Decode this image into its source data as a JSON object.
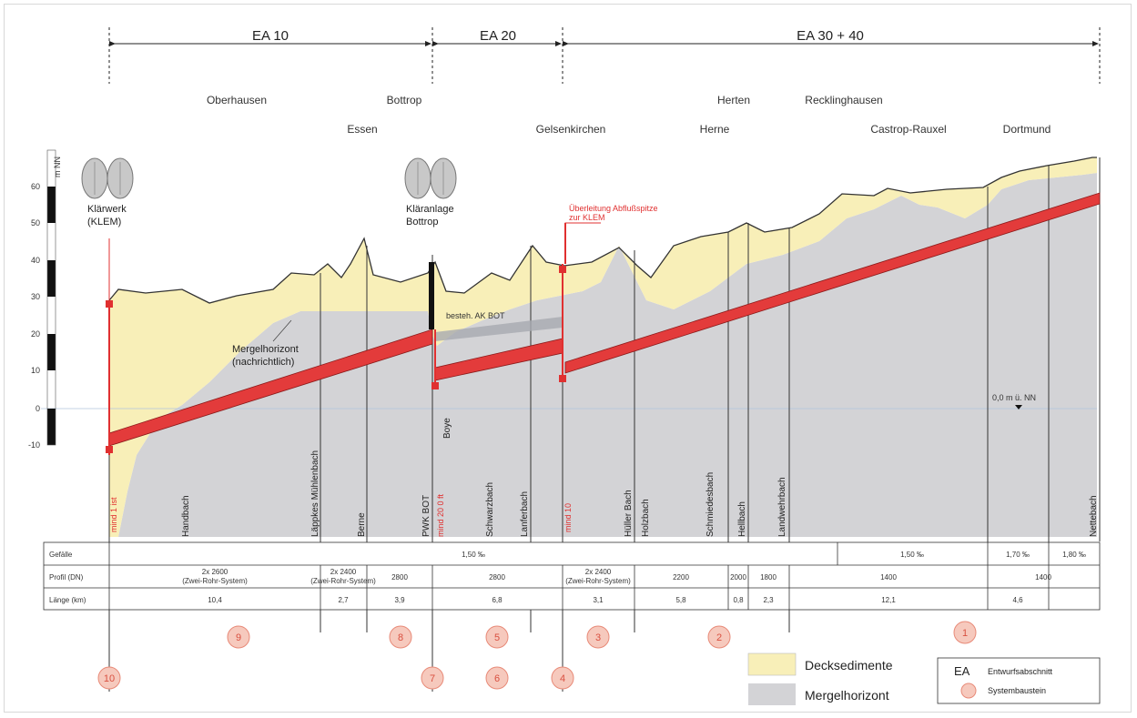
{
  "sections": [
    {
      "label": "EA 10"
    },
    {
      "label": "EA 20"
    },
    {
      "label": "EA 30 + 40"
    }
  ],
  "cities": [
    "Oberhausen",
    "Bottrop",
    "Essen",
    "Gelsenkirchen",
    "Herten",
    "Recklinghausen",
    "Herne",
    "Castrop-Rauxel",
    "Dortmund"
  ],
  "axis": {
    "unit": "m NN",
    "ticks": [
      "60",
      "50",
      "40",
      "30",
      "20",
      "10",
      "0",
      "-10"
    ]
  },
  "plants": [
    {
      "line1": "Klärwerk",
      "line2": "(KLEM)"
    },
    {
      "line1": "Kläranlage",
      "line2": "Bottrop"
    }
  ],
  "annotations": {
    "mergel_line1": "Mergelhorizont",
    "mergel_line2": "(nachrichtlich)",
    "ak_bot": "besteh. AK BOT",
    "ueberleitung_line1": "Überleitung Abflußspitze",
    "ueberleitung_line2": "zur KLEM",
    "nn_label": "0,0 m ü. NN"
  },
  "red_vertical_labels": [
    "mind 1 ist",
    "mind 20 0 ft",
    "mind 10"
  ],
  "streams": [
    "Handbach",
    "Läppkes Mühlenbach",
    "Berne",
    "PWK BOT",
    "Boye",
    "Schwarzbach",
    "Lanferbach",
    "Hüller Bach",
    "Holzbach",
    "Schmiedesbach",
    "Hellbach",
    "Landwehrbach",
    "Nettebach"
  ],
  "table": {
    "row_labels": [
      "Gefälle",
      "Profil (DN)",
      "Länge (km)"
    ],
    "gefaelle": [
      "1,50 ‰",
      "1,50 ‰",
      "1,70 ‰",
      "1,80 ‰"
    ],
    "profil": [
      "2x 2600",
      "(Zwei-Rohr-System)",
      "2x 2400",
      "(Zwei-Rohr-System)",
      "2800",
      "2800",
      "2x 2400",
      "(Zwei-Rohr-System)",
      "2200",
      "2000",
      "1800",
      "1400",
      "1400"
    ],
    "laenge": [
      "10,4",
      "2,7",
      "3,9",
      "6,8",
      "3,1",
      "5,8",
      "0,8",
      "2,3",
      "12,1",
      "4,6"
    ]
  },
  "baustein_numbers": [
    "9",
    "8",
    "5",
    "3",
    "2",
    "1",
    "10",
    "7",
    "6",
    "4"
  ],
  "legend": {
    "deck": "Decksedimente",
    "mergel": "Mergelhorizont",
    "ea_abbr": "EA",
    "ea_text": "Entwurfsabschnitt",
    "sys_text": "Systembaustein"
  },
  "colors": {
    "decksedimente": "#f8efb8",
    "mergelhorizont": "#d3d3d6",
    "pipe": "#e33b3b",
    "accent_red": "#e03030"
  }
}
